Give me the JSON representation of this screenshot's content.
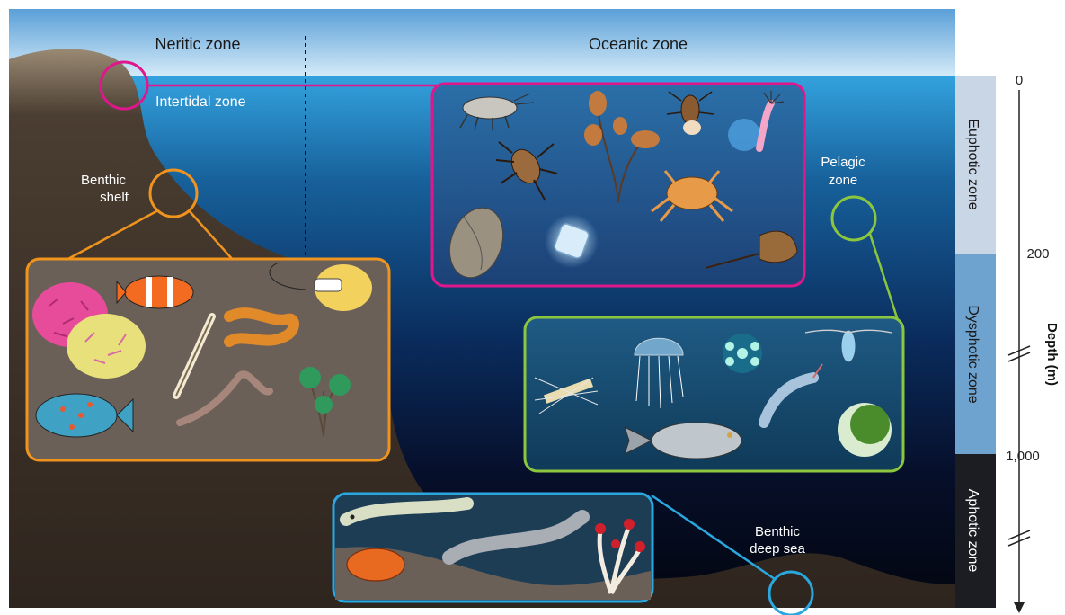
{
  "labels": {
    "neritic": "Neritic zone",
    "oceanic": "Oceanic zone",
    "intertidal": "Intertidal zone",
    "benthic_shelf_1": "Benthic",
    "benthic_shelf_2": "shelf",
    "pelagic_1": "Pelagic",
    "pelagic_2": "zone",
    "benthic_deep_1": "Benthic",
    "benthic_deep_2": "deep sea"
  },
  "depth_bands": {
    "euphotic": "Euphotic zone",
    "dysphotic": "Dysphotic zone",
    "aphotic": "Aphotic zone"
  },
  "depth_axis": {
    "title": "Depth (m)",
    "ticks": [
      "0",
      "200",
      "1,000"
    ]
  },
  "colors": {
    "sky": "#7fb4e0",
    "ocean_surface": "#2a8fd0",
    "ocean_deep": "#060c1c",
    "land": "#3a2f27",
    "intertidal_accent": "#e0168c",
    "benthic_shelf_accent": "#f0941e",
    "pelagic_accent": "#8cc63f",
    "deep_sea_accent": "#2aa7df"
  },
  "icons": {
    "intertidal_panel": [
      "amphipod",
      "spider",
      "seaweed",
      "beetle",
      "anemone",
      "oyster",
      "diatom",
      "crab",
      "horseshoe-crab"
    ],
    "shelf_panel": [
      "coral-pink",
      "coral-yellow",
      "clownfish",
      "diatom-needle",
      "polychaete",
      "sponge-ball",
      "parrotfish",
      "worm",
      "seagrass"
    ],
    "pelagic_panel": [
      "diatom-chain",
      "jellyfish",
      "radiolarian",
      "copepod",
      "shrimp",
      "fish",
      "foraminifera"
    ],
    "deep_panel": [
      "eel",
      "hagfish",
      "clam",
      "tube-worms"
    ]
  }
}
